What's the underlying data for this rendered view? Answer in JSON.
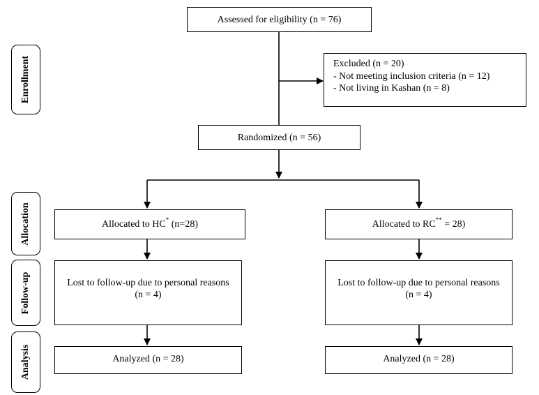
{
  "stages": {
    "enrollment": "Enrollment",
    "allocation": "Allocation",
    "follow_up": "Follow-up",
    "analysis": "Analysis"
  },
  "assessed": "Assessed for eligibility (n = 76)",
  "excluded": {
    "title": "Excluded (n = 20)",
    "reasons": [
      "- Not meeting inclusion criteria (n = 12)",
      "- Not living in Kashan (n = 8)"
    ]
  },
  "randomized": "Randomized (n = 56)",
  "allocation": {
    "left": {
      "prefix": "Allocated to HC",
      "mark": "*",
      "suffix": " (n=28)"
    },
    "right": {
      "prefix": "Allocated to RC",
      "mark": "**",
      "suffix": " = 28)"
    }
  },
  "follow_up": {
    "left": {
      "line1": "Lost to follow-up due to personal reasons",
      "line2": "(n = 4)"
    },
    "right": {
      "line1": "Lost to follow-up due to personal reasons",
      "line2": "(n = 4)"
    }
  },
  "analysis": {
    "left": "Analyzed (n = 28)",
    "right": "Analyzed (n = 28)"
  }
}
